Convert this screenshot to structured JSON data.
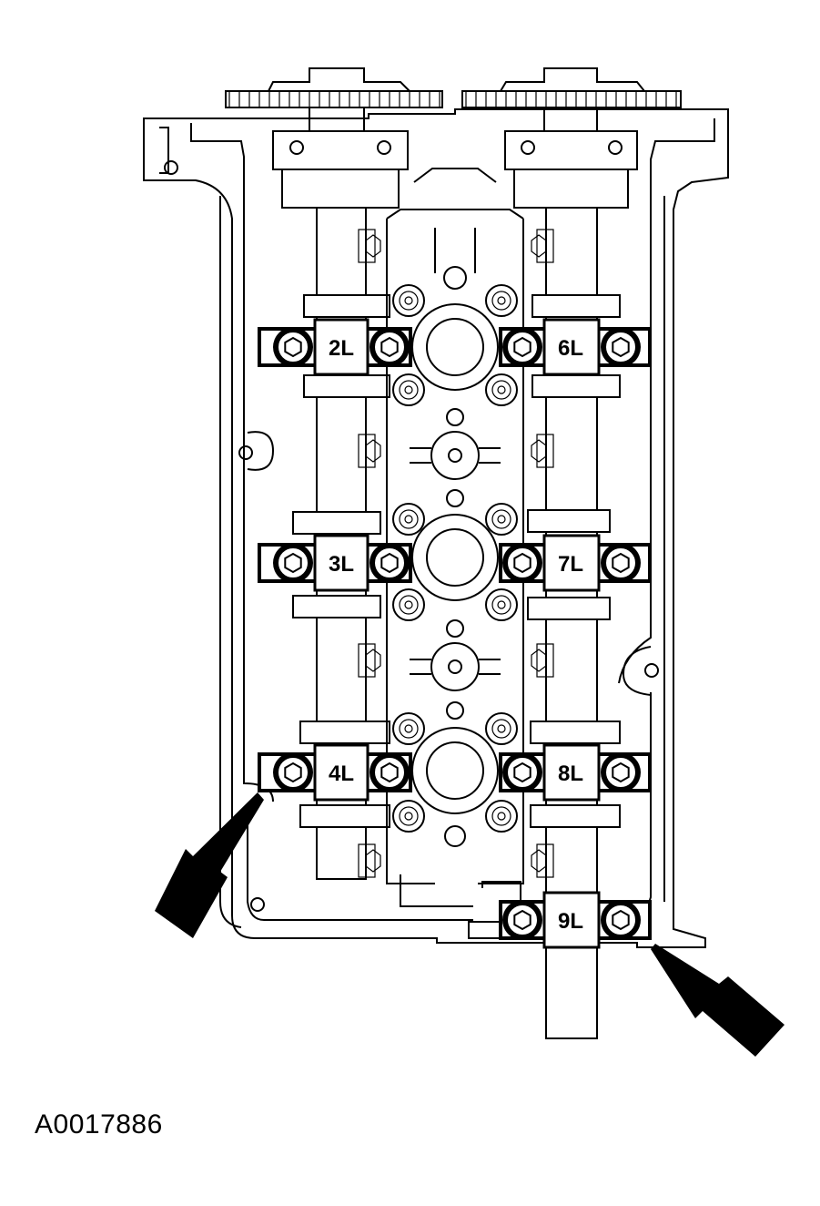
{
  "figure": {
    "id_text": "A0017886"
  },
  "caps": [
    {
      "label": "2L"
    },
    {
      "label": "6L"
    },
    {
      "label": "3L"
    },
    {
      "label": "7L"
    },
    {
      "label": "4L"
    },
    {
      "label": "8L"
    },
    {
      "label": "9L"
    }
  ],
  "icons": {
    "arrow": "arrow-icon",
    "bolt": "bolt-icon"
  },
  "colors": {
    "line": "#000000",
    "background": "#ffffff"
  }
}
